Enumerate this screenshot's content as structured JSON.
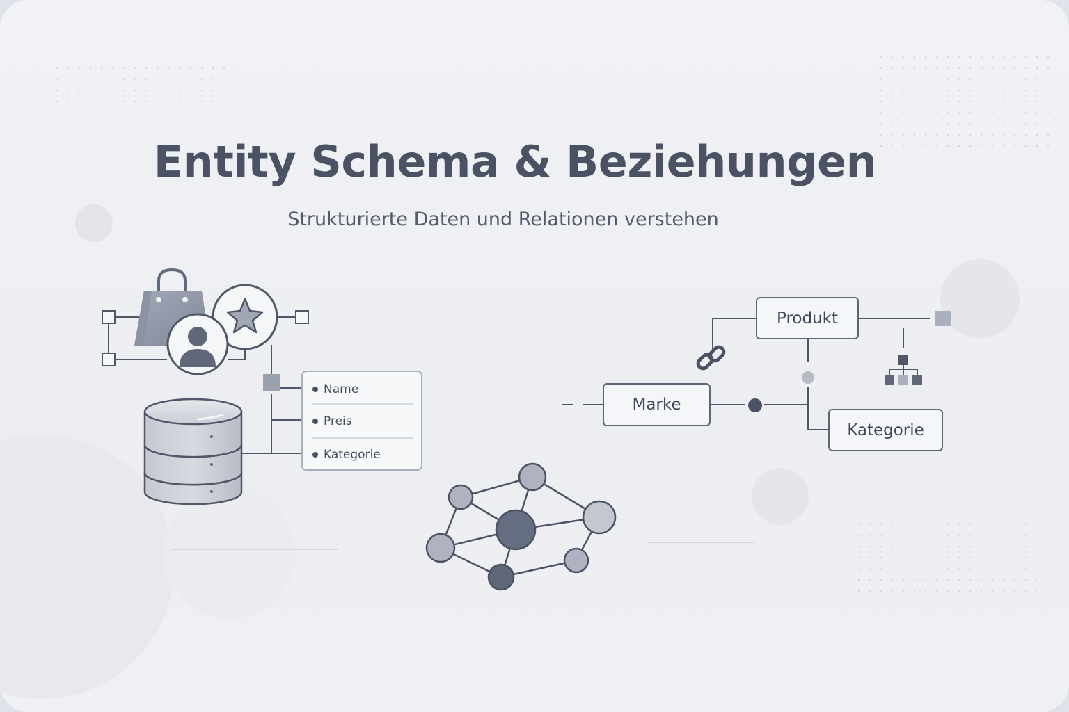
{
  "header": {
    "title": "Entity Schema & Beziehungen",
    "subtitle": "Strukturierte Daten und Relationen verstehen"
  },
  "entity_fields": [
    {
      "label": "Name"
    },
    {
      "label": "Preis"
    },
    {
      "label": "Kategorie"
    }
  ],
  "relation_nodes": {
    "produkt": "Produkt",
    "marke": "Marke",
    "kategorie": "Kategorie"
  },
  "icons": [
    "shopping-bag-icon",
    "user-icon",
    "star-icon",
    "database-icon",
    "link-icon",
    "hierarchy-icon",
    "network-graph-icon"
  ],
  "colors": {
    "ink": "#4a5264",
    "stroke": "#5d6576",
    "fill_light": "#aab0bd",
    "fill_dark": "#656d80",
    "background": "#f1f2f6"
  }
}
